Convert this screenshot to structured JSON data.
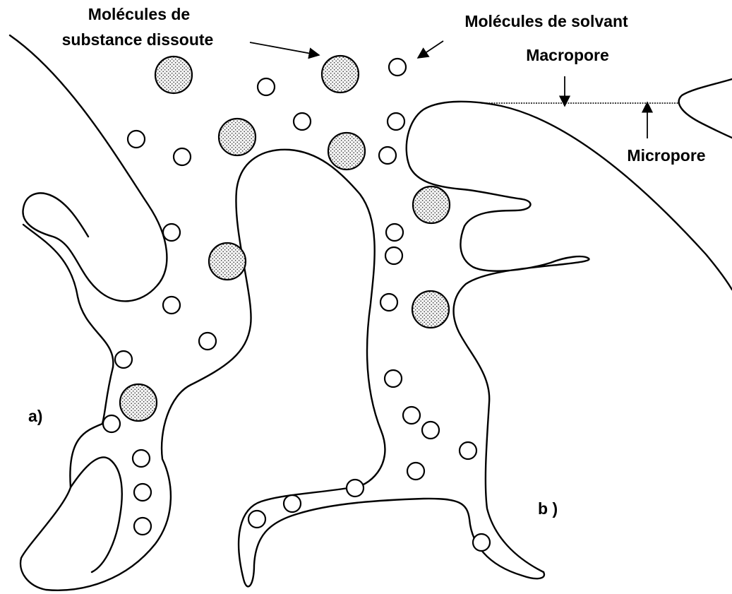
{
  "labels": {
    "solute_line1": "Molécules de",
    "solute_line2": "substance dissoute",
    "solvent": "Molécules de solvant",
    "macropore": "Macropore",
    "micropore": "Micropore",
    "region_a": "a)",
    "region_b": "b )"
  },
  "legend": {
    "solute_fill": "stippled",
    "solvent_fill": "open"
  },
  "colors": {
    "ink": "#000000",
    "background": "#ffffff",
    "stipple_dot": "#000000"
  }
}
